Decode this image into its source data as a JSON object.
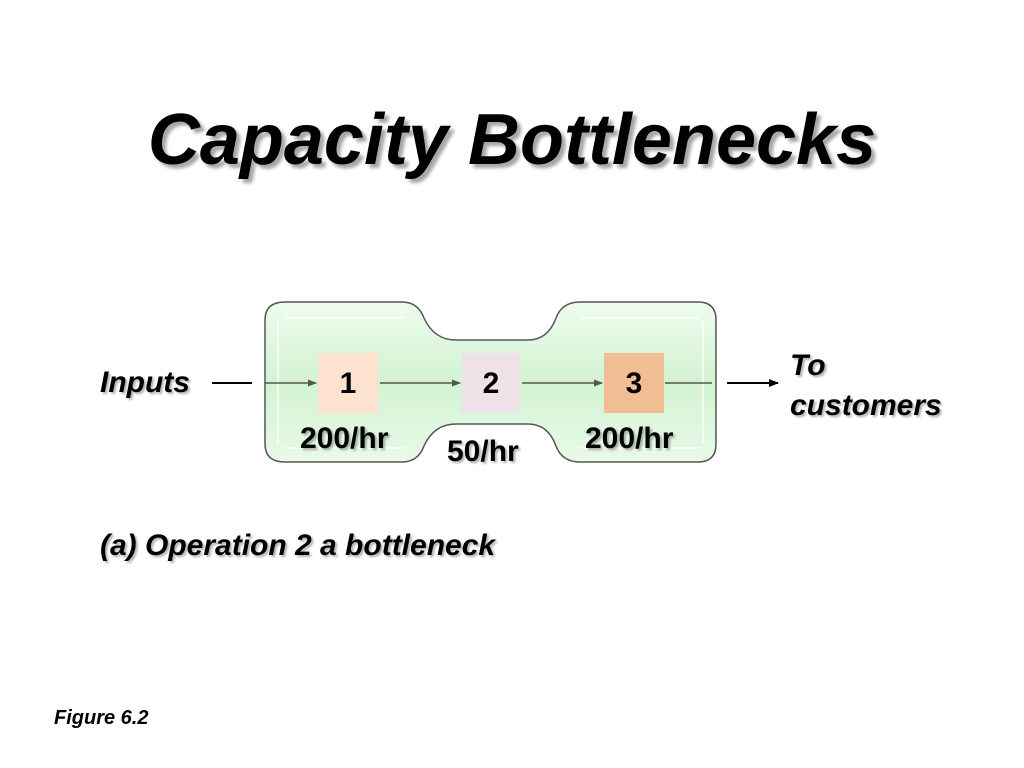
{
  "slide": {
    "title": "Capacity Bottlenecks",
    "figure_label": "Figure 6.2"
  },
  "diagram": {
    "input_label": "Inputs",
    "output_label_line1": "To",
    "output_label_line2": "customers",
    "caption": "(a) Operation 2 a bottleneck",
    "operations": [
      {
        "id": "1",
        "rate": "200/hr",
        "fill": "#fde3cf"
      },
      {
        "id": "2",
        "rate": "50/hr",
        "fill": "#eee1e8"
      },
      {
        "id": "3",
        "rate": "200/hr",
        "fill": "#f1bd93"
      }
    ],
    "pipe_fill": "#d9f7d9",
    "pipe_stroke": "#555555"
  }
}
